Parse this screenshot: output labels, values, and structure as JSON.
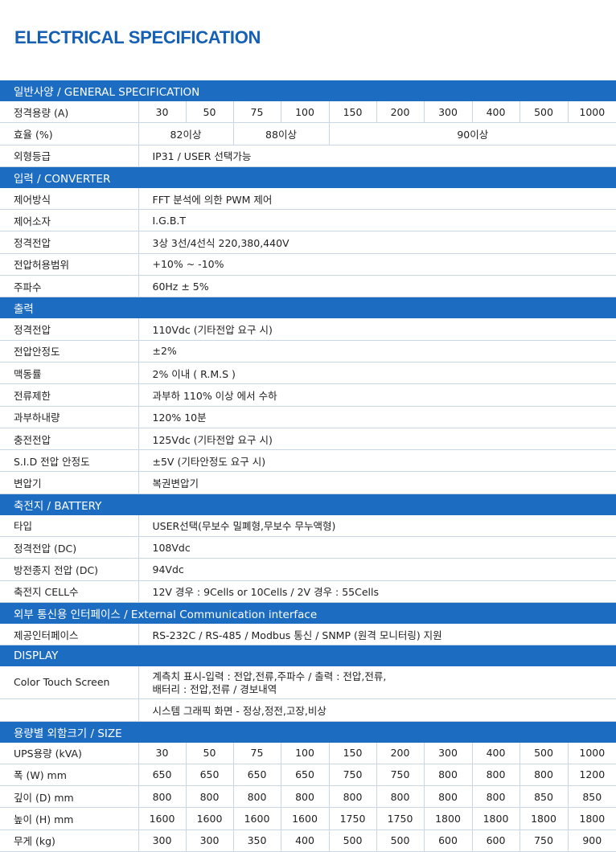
{
  "title": "ELECTRICAL SPECIFICATION",
  "general": {
    "header": "일반사양 / GENERAL SPECIFICATION",
    "capacity_label": "정격용량 (A)",
    "capacities": [
      "30",
      "50",
      "75",
      "100",
      "150",
      "200",
      "300",
      "400",
      "500",
      "1000"
    ],
    "efficiency_label": "효율 (%)",
    "efficiency": [
      "82이상",
      "88이상",
      "90이상"
    ],
    "enclosure_label": "외형등급",
    "enclosure_value": "IP31 / USER 선택가능"
  },
  "converter": {
    "header": "입력 / CONVERTER",
    "rows": [
      {
        "label": "제어방식",
        "value": "FFT 분석에 의한 PWM 제어"
      },
      {
        "label": "제어소자",
        "value": "I.G.B.T"
      },
      {
        "label": "정격전압",
        "value": "3상 3선/4선식 220,380,440V"
      },
      {
        "label": "전압허용범위",
        "value": "+10% ~ -10%"
      },
      {
        "label": "주파수",
        "value": "60Hz ± 5%"
      }
    ]
  },
  "output": {
    "header": "출력",
    "rows": [
      {
        "label": "정격전압",
        "value": "110Vdc  (기타전압 요구 시)"
      },
      {
        "label": "전압안정도",
        "value": "±2%"
      },
      {
        "label": "맥동률",
        "value": "2% 이내 ( R.M.S )"
      },
      {
        "label": "전류제한",
        "value": "과부하 110% 이상 에서  수하"
      },
      {
        "label": "과부하내량",
        "value": "120% 10분"
      },
      {
        "label": "충전전압",
        "value": "125Vdc (기타전압 요구 시)"
      },
      {
        "label": "S.I.D 전압 안정도",
        "value": "±5V  (기타안정도 요구 시)"
      },
      {
        "label": "변압기",
        "value": "복권변압기"
      }
    ]
  },
  "battery": {
    "header": "축전지 / BATTERY",
    "rows": [
      {
        "label": "타입",
        "value": "USER선택(무보수 밀폐형,무보수 무누액형)"
      },
      {
        "label": "정격전압 (DC)",
        "value": "108Vdc"
      },
      {
        "label": "방전종지 전압 (DC)",
        "value": "94Vdc"
      },
      {
        "label": "축전지 CELL수",
        "value": "12V 경우 : 9Cells or 10Cells / 2V 경우 : 55Cells"
      }
    ]
  },
  "comm": {
    "header": "외부 통신용 인터페이스 / External Communication interface",
    "label": "제공인터페이스",
    "value": "RS-232C / RS-485 / Modbus 통신 / SNMP (원격 모니터링) 지원"
  },
  "display": {
    "header": "DISPLAY",
    "label": "Color  Touch Screen",
    "value_1": "계측치 표시-입력 : 전압,전류,주파수 / 출력 : 전압,전류,",
    "value_2": "배터리 : 전압,전류  / 경보내역",
    "value_3": "시스템 그래픽 화면 - 정상,정전,고장,비상"
  },
  "size": {
    "header": "용량별 외함크기 / SIZE",
    "rows": [
      {
        "label": "UPS용량 (kVA)",
        "values": [
          "30",
          "50",
          "75",
          "100",
          "150",
          "200",
          "300",
          "400",
          "500",
          "1000"
        ]
      },
      {
        "label": "폭 (W) mm",
        "values": [
          "650",
          "650",
          "650",
          "650",
          "750",
          "750",
          "800",
          "800",
          "800",
          "1200"
        ]
      },
      {
        "label": "깊이 (D) mm",
        "values": [
          "800",
          "800",
          "800",
          "800",
          "800",
          "800",
          "800",
          "800",
          "850",
          "850"
        ]
      },
      {
        "label": "높이 (H) mm",
        "values": [
          "1600",
          "1600",
          "1600",
          "1600",
          "1750",
          "1750",
          "1800",
          "1800",
          "1800",
          "1800"
        ]
      },
      {
        "label": "무게 (kg)",
        "values": [
          "300",
          "300",
          "350",
          "400",
          "500",
          "500",
          "600",
          "600",
          "750",
          "900"
        ]
      }
    ]
  }
}
